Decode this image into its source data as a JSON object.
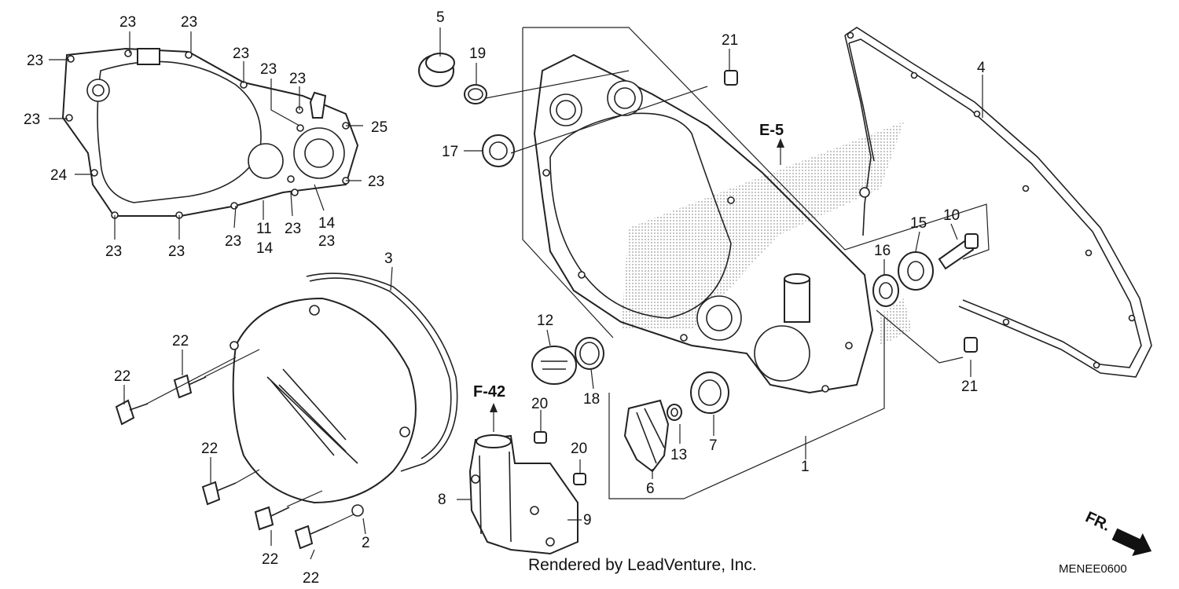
{
  "footer": {
    "credit": "Rendered by LeadVenture, Inc.",
    "code": "MENEE0600"
  },
  "direction": {
    "label": "FR."
  },
  "refs": {
    "e5": "E-5",
    "f42": "F-42"
  },
  "labels": [
    {
      "t": "23"
    },
    {
      "t": "23"
    },
    {
      "t": "23"
    },
    {
      "t": "23"
    },
    {
      "t": "23"
    },
    {
      "t": "23"
    },
    {
      "t": "23"
    },
    {
      "t": "23"
    },
    {
      "t": "25"
    },
    {
      "t": "24"
    },
    {
      "t": "23"
    },
    {
      "t": "11"
    },
    {
      "t": "14"
    },
    {
      "t": "23"
    },
    {
      "t": "14"
    },
    {
      "t": "23"
    },
    {
      "t": "23"
    },
    {
      "t": "23"
    },
    {
      "t": "23"
    },
    {
      "t": "5"
    },
    {
      "t": "19"
    },
    {
      "t": "17"
    },
    {
      "t": "21"
    },
    {
      "t": "4"
    },
    {
      "t": "3"
    },
    {
      "t": "16"
    },
    {
      "t": "15"
    },
    {
      "t": "10"
    },
    {
      "t": "21"
    },
    {
      "t": "22"
    },
    {
      "t": "22"
    },
    {
      "t": "22"
    },
    {
      "t": "22"
    },
    {
      "t": "22"
    },
    {
      "t": "12"
    },
    {
      "t": "18"
    },
    {
      "t": "20"
    },
    {
      "t": "20"
    },
    {
      "t": "8"
    },
    {
      "t": "9"
    },
    {
      "t": "13"
    },
    {
      "t": "7"
    },
    {
      "t": "6"
    },
    {
      "t": "1"
    },
    {
      "t": "2"
    }
  ]
}
